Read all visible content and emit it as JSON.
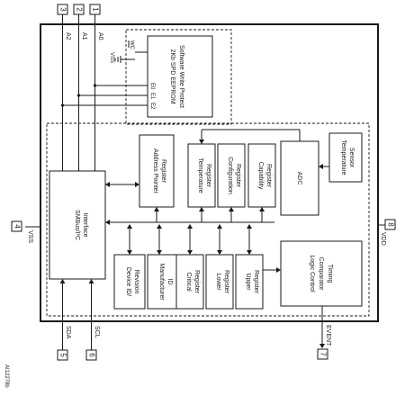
{
  "pins": {
    "p1": "1",
    "p2": "2",
    "p3": "3",
    "p4": "4",
    "p5": "5",
    "p6": "6",
    "p7": "7",
    "p8": "8"
  },
  "signals": {
    "a0": "A0",
    "a1": "A1",
    "a2": "A2",
    "wc": "WC",
    "vss_eeprom": "VSS",
    "vss": "VSS",
    "vdd": "VDD",
    "sda": "SDA",
    "scl": "SCL",
    "event": "EVENT",
    "e0": "E0",
    "e1": "E1",
    "e2": "E2"
  },
  "blocks": {
    "eeprom_line1": "2Kb SPD EEPROM",
    "eeprom_line2": "Software Write Protect",
    "smbus_line1": "SMBus/I²C",
    "smbus_line2": "Interface",
    "addr_line1": "Address Pointer",
    "addr_line2": "Register",
    "temp_line1": "Temperature",
    "temp_line2": "Register",
    "config_line1": "Configuration",
    "config_line2": "Register",
    "capability_line1": "Capability",
    "capability_line2": "Register",
    "adc": "ADC",
    "sensor_line1": "Temperature",
    "sensor_line2": "Sensor",
    "device_line1": "Device ID/",
    "device_line2": "Revision",
    "manuf_line1": "Manufacturer",
    "manuf_line2": "ID",
    "critical_line1": "Critical",
    "critical_line2": "Register",
    "lower_line1": "Lower",
    "lower_line2": "Register",
    "upper_line1": "Upper",
    "upper_line2": "Register",
    "logic_line1": "Logic Control",
    "logic_line2": "Comparator",
    "logic_line3": "Timing"
  },
  "figure_id": "AI12278b"
}
